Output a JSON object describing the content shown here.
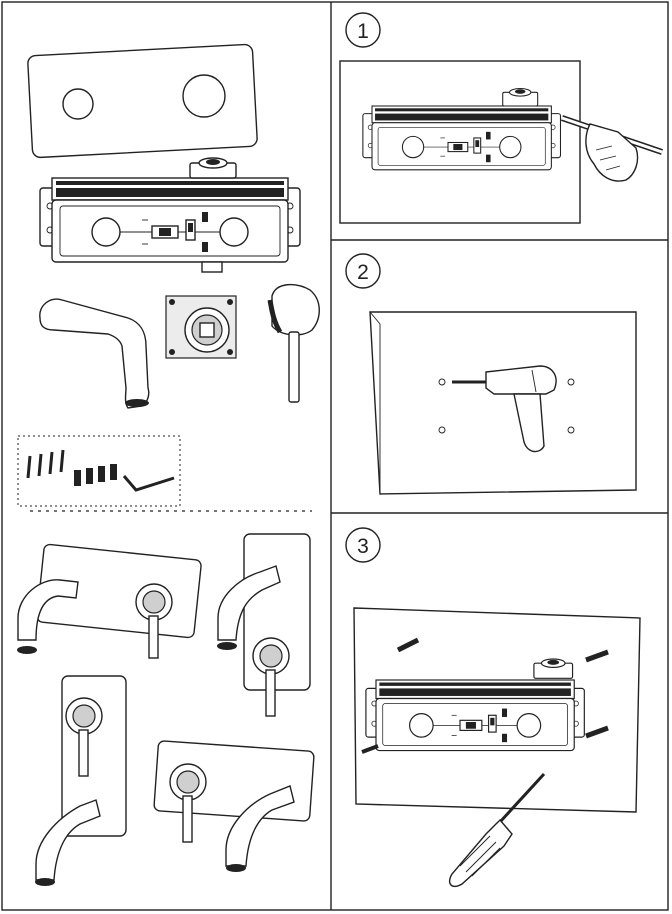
{
  "steps": [
    {
      "number": "1"
    },
    {
      "number": "2"
    },
    {
      "number": "3"
    }
  ]
}
